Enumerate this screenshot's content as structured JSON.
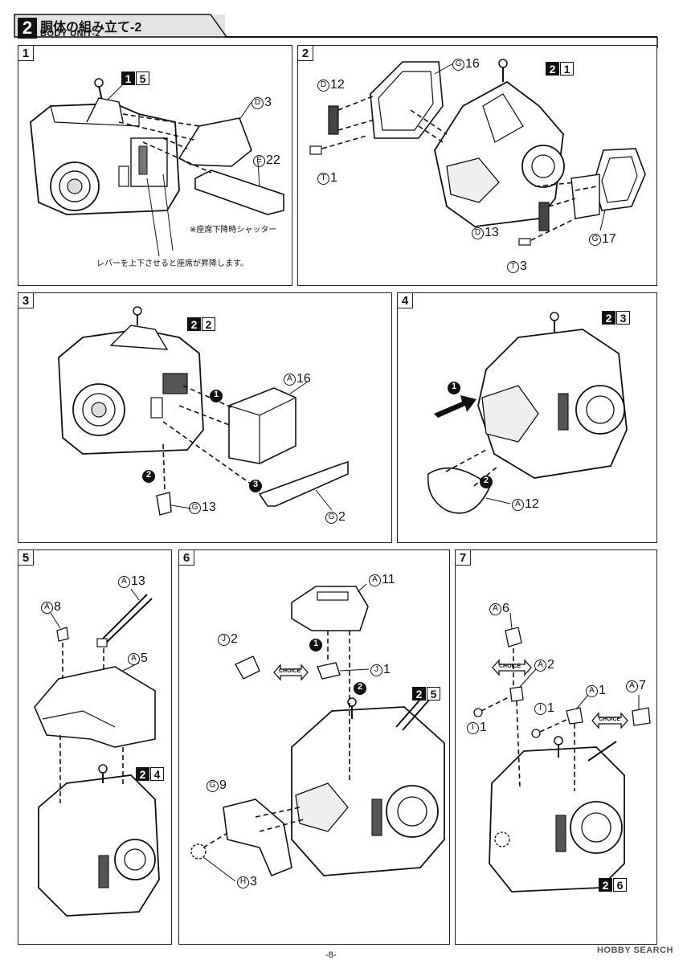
{
  "header": {
    "section_number": "2",
    "title_jp": "胴体の組み立て-2",
    "title_en": "BODY UNIT-2"
  },
  "steps": [
    {
      "number": "1",
      "subassembly": [
        "1",
        "5"
      ],
      "parts": [
        {
          "runner": "D",
          "num": "3"
        },
        {
          "runner": "E",
          "num": "22"
        }
      ],
      "notes": [
        "※座席下降時シャッター",
        "レバーを上下させると座席が昇降します。"
      ]
    },
    {
      "number": "2",
      "subassembly": [
        "2",
        "1"
      ],
      "parts": [
        {
          "runner": "D",
          "num": "12"
        },
        {
          "runner": "G",
          "num": "16"
        },
        {
          "runner": "T",
          "num": "1"
        },
        {
          "runner": "D",
          "num": "13"
        },
        {
          "runner": "T",
          "num": "3"
        },
        {
          "runner": "G",
          "num": "17"
        }
      ]
    },
    {
      "number": "3",
      "subassembly": [
        "2",
        "2"
      ],
      "parts": [
        {
          "runner": "A",
          "num": "16"
        },
        {
          "runner": "G",
          "num": "13"
        },
        {
          "runner": "G",
          "num": "2"
        }
      ],
      "order": [
        "1",
        "2",
        "3"
      ]
    },
    {
      "number": "4",
      "subassembly": [
        "2",
        "3"
      ],
      "parts": [
        {
          "runner": "A",
          "num": "12"
        }
      ],
      "order": [
        "1",
        "2"
      ]
    },
    {
      "number": "5",
      "subassembly": [
        "2",
        "4"
      ],
      "parts": [
        {
          "runner": "A",
          "num": "8"
        },
        {
          "runner": "A",
          "num": "13"
        },
        {
          "runner": "A",
          "num": "5"
        }
      ]
    },
    {
      "number": "6",
      "subassembly": [
        "2",
        "5"
      ],
      "parts": [
        {
          "runner": "A",
          "num": "11"
        },
        {
          "runner": "J",
          "num": "2"
        },
        {
          "runner": "J",
          "num": "1"
        },
        {
          "runner": "G",
          "num": "9"
        },
        {
          "runner": "H",
          "num": "3"
        }
      ],
      "order": [
        "1",
        "2"
      ],
      "choice": "CHOICE"
    },
    {
      "number": "7",
      "subassembly": [
        "2",
        "6"
      ],
      "parts": [
        {
          "runner": "A",
          "num": "6"
        },
        {
          "runner": "A",
          "num": "2"
        },
        {
          "runner": "A",
          "num": "1"
        },
        {
          "runner": "A",
          "num": "7"
        },
        {
          "runner": "I",
          "num": "1"
        },
        {
          "runner": "I",
          "num": "1"
        }
      ],
      "choice": "CHOICE"
    }
  ],
  "footer": {
    "page": "-8-",
    "watermark": "HOBBY SEARCH"
  }
}
